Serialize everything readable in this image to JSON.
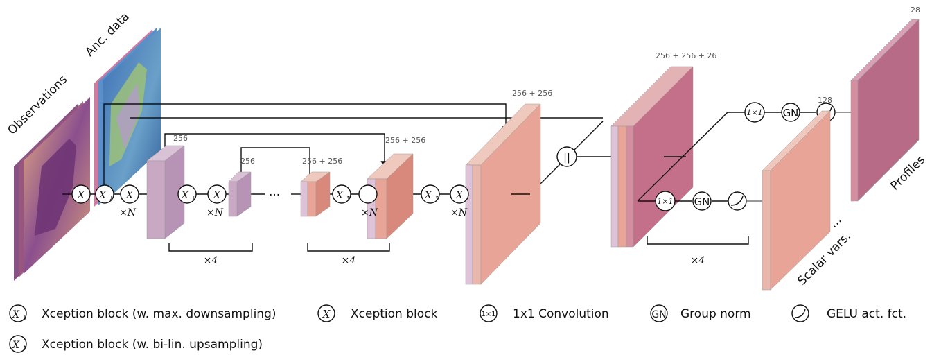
{
  "input_labels": {
    "observations": "Observations",
    "ancillary": "Anc. data"
  },
  "output_labels": {
    "scalar_vars": "Scalar vars.",
    "profiles": "Profiles"
  },
  "channel_labels": {
    "enc1": "256",
    "enc2": "256",
    "dec1": "256 + 256",
    "dec2": "256 + 256",
    "dec3": "256 + 256",
    "concat": "256 + 256 + 26",
    "head_top": "128",
    "profiles_out": "28"
  },
  "ops": {
    "x": "X",
    "x_down_base": "X",
    "down_arrow": "↓",
    "up_arrow": "↑",
    "conv": "1×1",
    "gn": "GN",
    "concat": "||"
  },
  "repeat_labels": {
    "xn": "×N",
    "x4": "×4"
  },
  "dots": "···",
  "legend": {
    "xdown": "Xception block (w. max. downsampling)",
    "x": "Xception block",
    "conv": "1x1 Convolution",
    "gn": "Group norm",
    "gelu": "GELU act. fct.",
    "xup": "Xception block (w. bi-lin. upsampling)"
  },
  "colors": {
    "enc_face": "#c9a8c4",
    "enc_side": "#b794b5",
    "dec_face": "#e8a597",
    "concat_face": "#c4708a",
    "profiles_face": "#b86b86"
  }
}
